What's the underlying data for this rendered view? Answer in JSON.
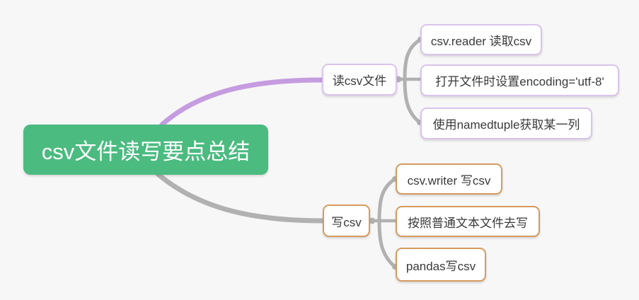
{
  "map": {
    "root": "csv文件读写要点总结",
    "branches": [
      {
        "label": "读csv文件",
        "children": [
          "csv.reader 读取csv",
          "打开文件时设置encoding='utf-8'",
          "使用namedtuple获取某一列"
        ]
      },
      {
        "label": "写csv",
        "children": [
          "csv.writer 写csv",
          "按照普通文本文件去写",
          "pandas写csv"
        ]
      }
    ]
  },
  "colors": {
    "bg": "#f7f7f7",
    "root-green": "#4bbb80",
    "branch-read-line": "#c59ce0",
    "connector-gray": "#b1b1b1",
    "purple-border": "#d9c4ec",
    "orange-border": "#d69a5e"
  }
}
